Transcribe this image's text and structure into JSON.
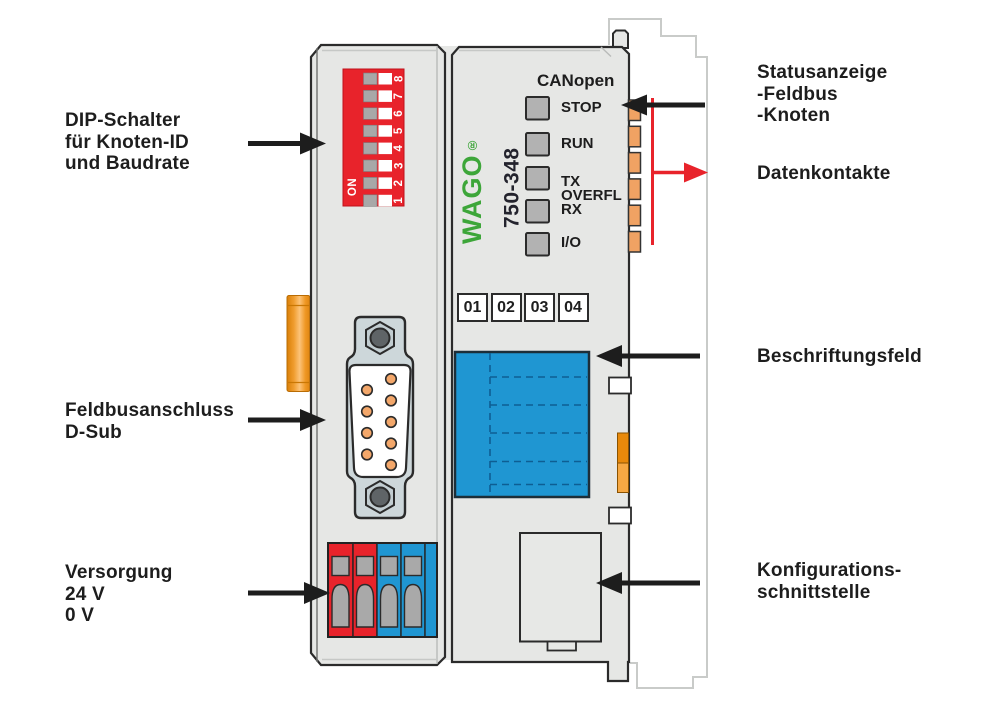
{
  "device": {
    "brand": "WAGO",
    "registered_mark": "®",
    "model": "750-348",
    "protocol": "CANopen",
    "led_labels": [
      "STOP",
      "RUN",
      "TX",
      "OVERFL",
      "RX",
      "I/O"
    ],
    "dip_switch": {
      "on_label": "ON",
      "positions": [
        "8",
        "7",
        "6",
        "5",
        "4",
        "3",
        "2",
        "1"
      ]
    },
    "channel_numbers": [
      "01",
      "02",
      "03",
      "04"
    ]
  },
  "callouts": {
    "left": [
      {
        "lines": [
          "DIP-Schalter",
          "für Knoten-ID",
          "und Baudrate"
        ]
      },
      {
        "lines": [
          "Feldbusanschluss",
          "D-Sub"
        ]
      },
      {
        "lines": [
          "Versorgung",
          "24 V",
          "0 V"
        ]
      }
    ],
    "right": [
      {
        "lines": [
          "Statusanzeige",
          "-Feldbus",
          "-Knoten"
        ]
      },
      {
        "lines": [
          "Datenkontakte"
        ]
      },
      {
        "lines": [
          "Beschriftungsfeld"
        ]
      },
      {
        "lines": [
          "Konfigurations-",
          "schnittstelle"
        ]
      }
    ]
  },
  "colors": {
    "housing": "#e6e7e5",
    "outline": "#2b2b2b",
    "wago_green": "#3da639",
    "dip_red": "#e8232b",
    "terminal_red": "#e8232b",
    "blue": "#1f96d2",
    "latch_orange": "#f09a3c",
    "contact_orange": "#f0a263",
    "led_gray": "#b2b2b2",
    "ghost_gray": "#c9cbc9",
    "arrow_black": "#1d1d1d",
    "arrow_red": "#e8232b",
    "text": "#1d1d1d"
  }
}
